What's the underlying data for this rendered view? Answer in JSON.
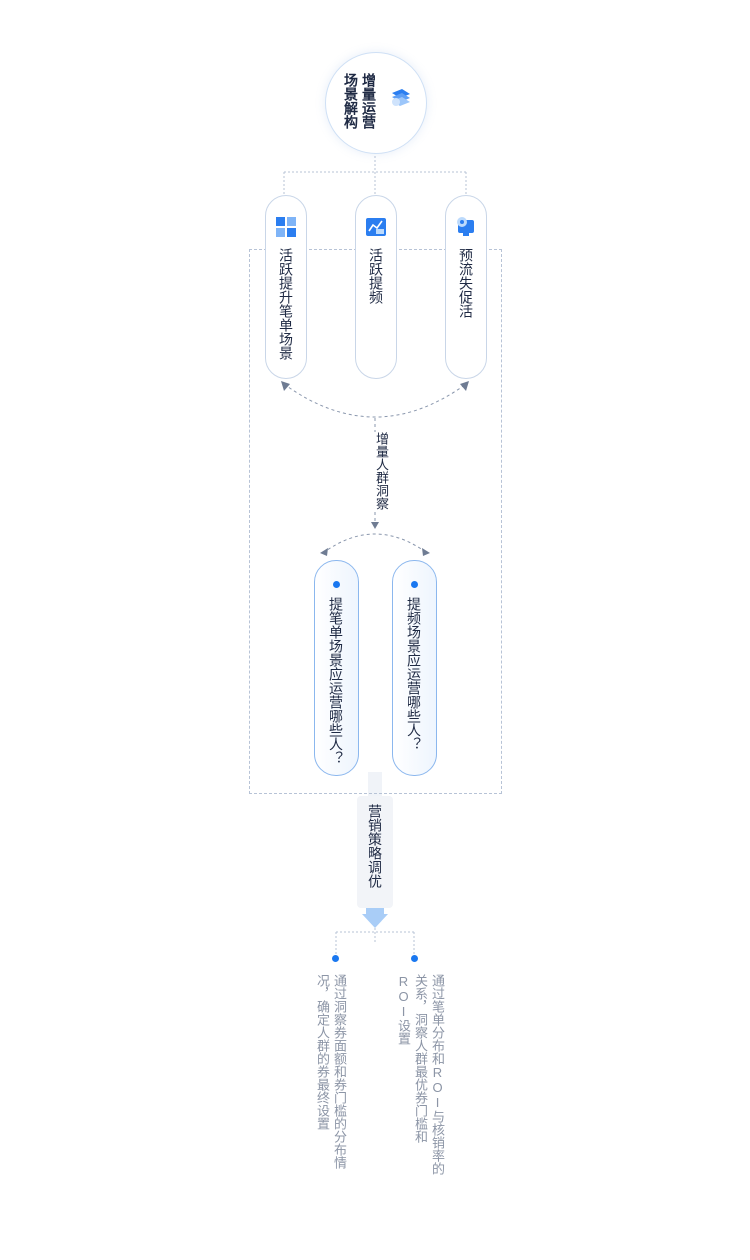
{
  "root": {
    "title": "增量运营场景解构",
    "icon": "cube-stack-icon"
  },
  "scenarios": [
    {
      "label": "活跃提升笔单场景",
      "icon": "grid-blocks-icon"
    },
    {
      "label": "活跃提频",
      "icon": "chart-board-icon"
    },
    {
      "label": "预流失促活",
      "icon": "monitor-pin-icon"
    }
  ],
  "insight": {
    "label": "增量人群洞察"
  },
  "questions": [
    {
      "label": "提笔单场景应运营哪些人？"
    },
    {
      "label": "提频场景应运营哪些人？"
    }
  ],
  "strategy": {
    "label": "营销策略调优"
  },
  "results": [
    {
      "line1": "通过洞察券面额和券门槛的分布情况，",
      "line2": "确定人群的券最终设置"
    },
    {
      "line1": "通过笔单分布和ROI与核销率的关系，",
      "line2": "洞察人群最优券门槛和ROI设置"
    }
  ],
  "colors": {
    "accent": "#1a78f0",
    "border": "#c9d6e8",
    "muted_text": "#8c95a6"
  }
}
